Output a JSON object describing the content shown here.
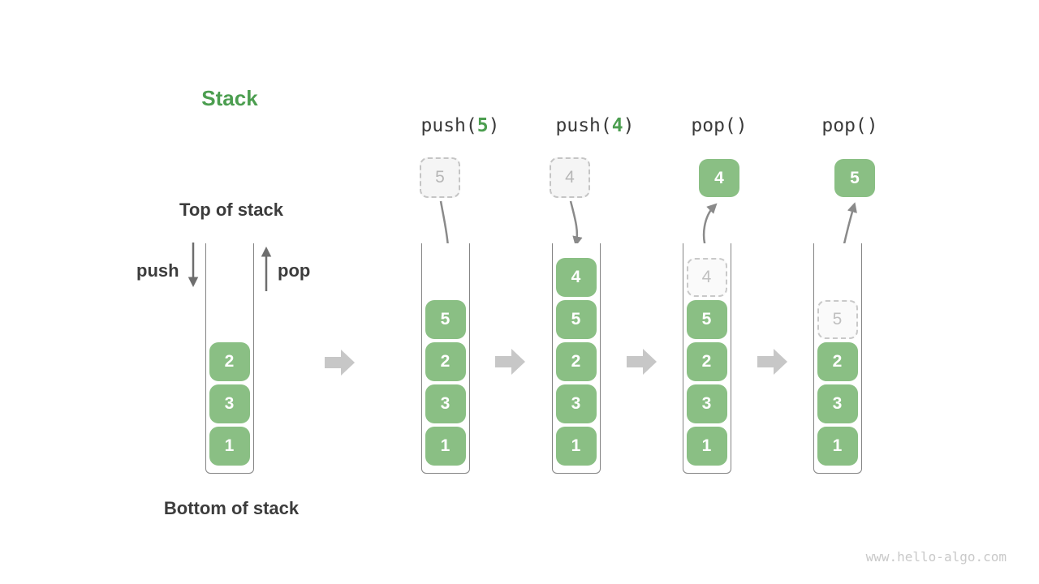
{
  "title": "Stack",
  "watermark": "www.hello-algo.com",
  "labels": {
    "top_of_stack": "Top of stack",
    "bottom_of_stack": "Bottom of stack",
    "push": "push",
    "pop": "pop"
  },
  "operations": [
    {
      "prefix": "push(",
      "arg": "5",
      "suffix": ")"
    },
    {
      "prefix": "push(",
      "arg": "4",
      "suffix": ")"
    },
    {
      "prefix": "pop(",
      "arg": "",
      "suffix": ")"
    },
    {
      "prefix": "pop(",
      "arg": "",
      "suffix": ")"
    }
  ],
  "stages": [
    {
      "stack": [
        "2",
        "3",
        "1"
      ]
    },
    {
      "incoming": "5",
      "stack": [
        "5",
        "2",
        "3",
        "1"
      ]
    },
    {
      "incoming": "4",
      "stack": [
        "4",
        "5",
        "2",
        "3",
        "1"
      ]
    },
    {
      "popped": "4",
      "ghost": "4",
      "stack": [
        "5",
        "2",
        "3",
        "1"
      ]
    },
    {
      "popped": "5",
      "ghost": "5",
      "stack": [
        "2",
        "3",
        "1"
      ]
    }
  ],
  "colors": {
    "accent_green": "#4c9e50",
    "box_green": "#8abf84",
    "box_text": "#ffffff",
    "arrow_gray": "#8a8a8a",
    "straight_arrow_gray": "#6e6e6e",
    "block_arrow_gray": "#c7c7c7",
    "text_dark": "#3c3c3c",
    "ghost_border": "#c5c5c5",
    "ghost_fill": "#f5f5f5",
    "ghost_text": "#b7b7b7",
    "wall_gray": "#848484",
    "watermark_gray": "#c9c9c9"
  }
}
